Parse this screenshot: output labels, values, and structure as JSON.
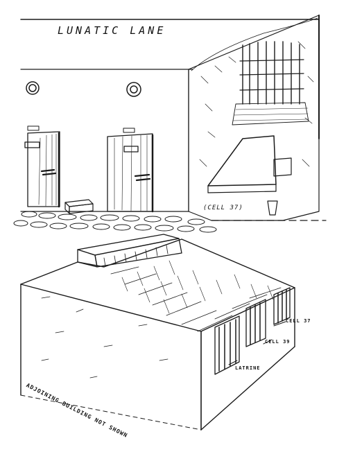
{
  "title": "LUNATIC LANE",
  "labels": {
    "cell_view": "(CELL 37)",
    "cell_37": "CELL 37",
    "cell_39": "CELL 39",
    "latrine": "LATRINE",
    "adjoining": "ADJOINING BUILDING NOT SHOWN"
  },
  "colors": {
    "ink": "#1a1a1a",
    "paper": "#ffffff"
  }
}
